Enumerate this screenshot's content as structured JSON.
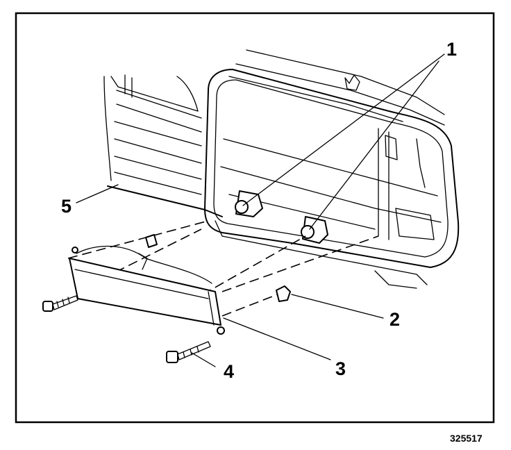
{
  "callouts": [
    {
      "id": "1",
      "text": "1"
    },
    {
      "id": "2",
      "text": "2"
    },
    {
      "id": "3",
      "text": "3"
    },
    {
      "id": "4",
      "text": "4"
    },
    {
      "id": "5",
      "text": "5"
    }
  ],
  "figure_id": "325517"
}
